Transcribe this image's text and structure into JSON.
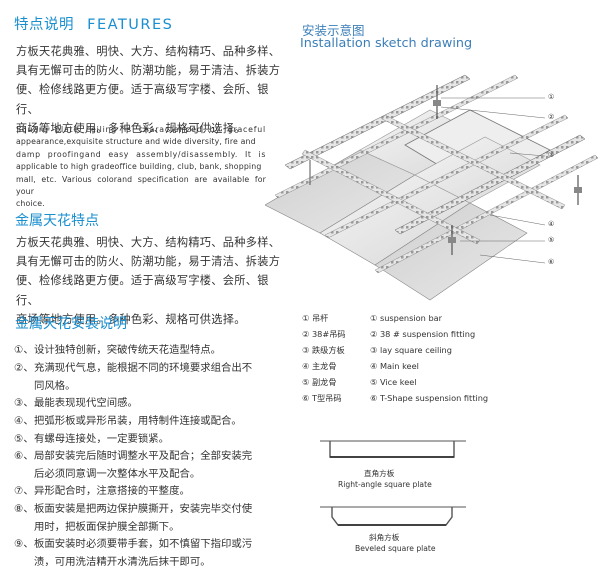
{
  "features": {
    "title_zh": "特点说明",
    "title_en": "FEATURES",
    "zh_lines": [
      "方板天花典雅、明快、大方、结构精巧、品种多样、",
      "具有无懈可击的防火、防潮功能，易于清洁、拆装方",
      "便、检修线路更方便。适于高级写字楼、会所、银行、",
      "商场等地方使用。多种色彩、规格可供选择。"
    ],
    "en_lines": [
      "Square plate ceiling is characterized by graceful",
      "appearance,exquisite structure and wide diversity, fire and",
      "damp proofingand easy assembly/disassembly. It is",
      "applicable to high gradeoffice building, club, bank, shopping",
      "mall, etc. Various colorand specification are available for your",
      "choice."
    ]
  },
  "metal_features": {
    "title": "金属天花特点",
    "lines": [
      "方板天花典雅、明快、大方、结构精巧、品种多样、",
      "具有无懈可击的防火、防潮功能，易于清洁、拆装方",
      "便、检修线路更方便。适于高级写字楼、会所、银行、",
      "商场等地方使用。多种色彩、规格可供选择。"
    ]
  },
  "install": {
    "title": "金属天花安装说明",
    "items": [
      {
        "num": "①、",
        "text": "设计独特创新，突破传统天花造型特点。"
      },
      {
        "num": "②、",
        "text": "充满现代气息，能根据不同的环境要求组合出不",
        "cont": "同风格。"
      },
      {
        "num": "③、",
        "text": "最能表现现代空间感。"
      },
      {
        "num": "④、",
        "text": "把弧形板或异形吊装，用特制件连接或配合。"
      },
      {
        "num": "⑤、",
        "text": "有螺母连接处，一定要锁紧。"
      },
      {
        "num": "⑥、",
        "text": "局部安装完后随时调整水平及配合；全部安装完",
        "cont": "后必须同意调一次整体水平及配合。"
      },
      {
        "num": "⑦、",
        "text": "异形配合时，注意搭接的平整度。"
      },
      {
        "num": "⑧、",
        "text": "板面安装是把两边保护膜撕开，安装完毕交付使",
        "cont": "用时，把板面保护膜全部撕下。"
      },
      {
        "num": "⑨、",
        "text": "板面安装时必须要带手套，如不慎留下指印或污",
        "cont": "渍，可用洗洁精开水清洗后抹干即可。"
      }
    ]
  },
  "diagram": {
    "title_zh": "安装示意图",
    "title_en": "Installation sketch drawing",
    "callouts": [
      "①",
      "②",
      "③",
      "④",
      "⑤",
      "⑥"
    ],
    "legend": [
      {
        "num": "①",
        "zh": "吊杆",
        "en_num": "①",
        "en": "suspension bar"
      },
      {
        "num": "②",
        "zh": "38#吊码",
        "en_num": "②",
        "en": "38 # suspension fitting"
      },
      {
        "num": "③",
        "zh": "跌级方板",
        "en_num": "③",
        "en": "lay square ceiling"
      },
      {
        "num": "④",
        "zh": "主龙骨",
        "en_num": "④",
        "en": "Main keel"
      },
      {
        "num": "⑤",
        "zh": "副龙骨",
        "en_num": "⑤",
        "en": "Vice keel"
      },
      {
        "num": "⑥",
        "zh": "T型吊码",
        "en_num": "⑥",
        "en": "T-Shape suspension fitting"
      }
    ],
    "plate1_zh": "直角方板",
    "plate1_en": "Right-angle square plate",
    "plate2_zh": "斜角方板",
    "plate2_en": "Beveled square plate"
  },
  "colors": {
    "accent": "#1a8fd0",
    "text": "#333333"
  }
}
